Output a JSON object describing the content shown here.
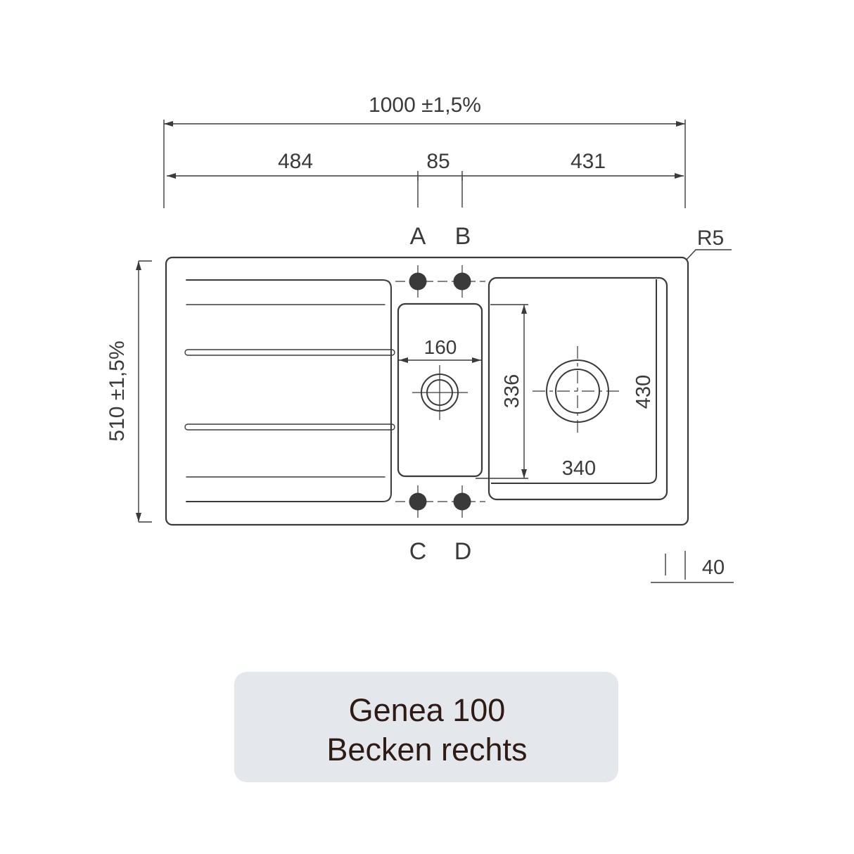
{
  "drawing": {
    "dims": {
      "overall_width": "1000 ±1,5%",
      "overall_height": "510 ±1,5%",
      "left_section": "484",
      "hole_spacing": "85",
      "right_section": "431",
      "small_basin_width": "160",
      "step_height": "336",
      "basin_height": "430",
      "basin_width": "340",
      "corner_radius": "R5",
      "edge_width": "40"
    },
    "hole_labels": {
      "a": "A",
      "b": "B",
      "c": "C",
      "d": "D"
    }
  },
  "product_label": {
    "line1": "Genea 100",
    "line2": "Becken rechts"
  },
  "colors": {
    "line": "#3a3a3a",
    "label_bg": "#e4e8ec",
    "label_text": "#2f1b15",
    "background": "#ffffff"
  }
}
